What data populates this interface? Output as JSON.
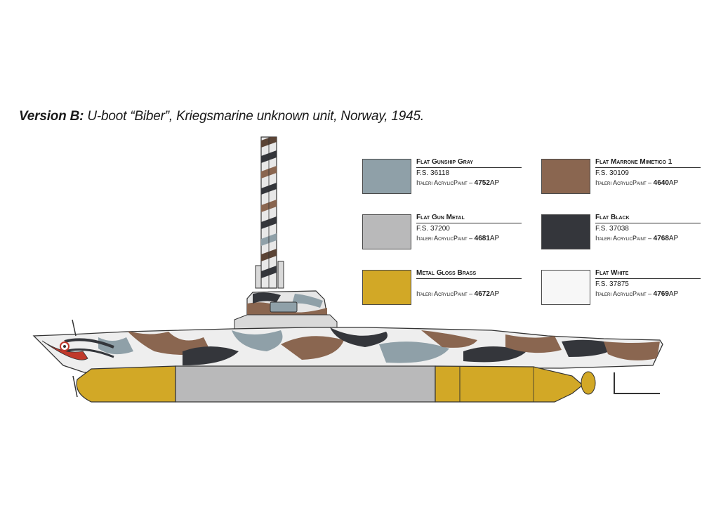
{
  "caption": {
    "lead": "Version B:",
    "text": " U-boot “Biber”, Kriegsmarine unknown unit, Norway, 1945."
  },
  "acrylic_label": "Italeri AcrylicPaint – ",
  "paints": [
    {
      "name": "Flat Gunship Gray",
      "fs": "F.S. 36118",
      "code": "4752",
      "suffix": "AP",
      "color": "#8fa0a8"
    },
    {
      "name": "Flat Gun Metal",
      "fs": "F.S. 37200",
      "code": "4681",
      "suffix": "AP",
      "color": "#b9b9ba"
    },
    {
      "name": "Metal Gloss Brass",
      "fs": "",
      "code": "4672",
      "suffix": "AP",
      "color": "#d2a826"
    },
    {
      "name": "Flat Marrone Mimetico 1",
      "fs": "F.S. 30109",
      "code": "4640",
      "suffix": "AP",
      "color": "#8a6650"
    },
    {
      "name": "Flat Black",
      "fs": "F.S. 37038",
      "code": "4768",
      "suffix": "AP",
      "color": "#34363b"
    },
    {
      "name": "Flat White",
      "fs": "F.S. 37875",
      "code": "4769",
      "suffix": "AP",
      "color": "#f7f7f7"
    }
  ]
}
